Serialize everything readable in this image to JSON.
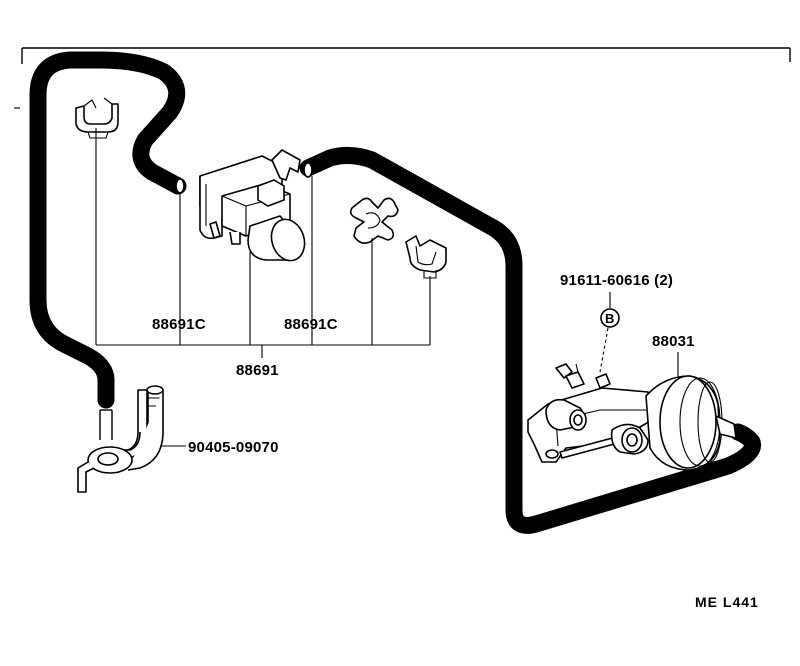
{
  "labels": {
    "left_callout": "88691C",
    "right_callout": "88691C",
    "assembly": "88691",
    "bolt": "91611-60616 (2)",
    "ref_marker": "B",
    "actuator": "88031",
    "fitting": "90405-09070"
  },
  "drawing_code": "ME L441"
}
